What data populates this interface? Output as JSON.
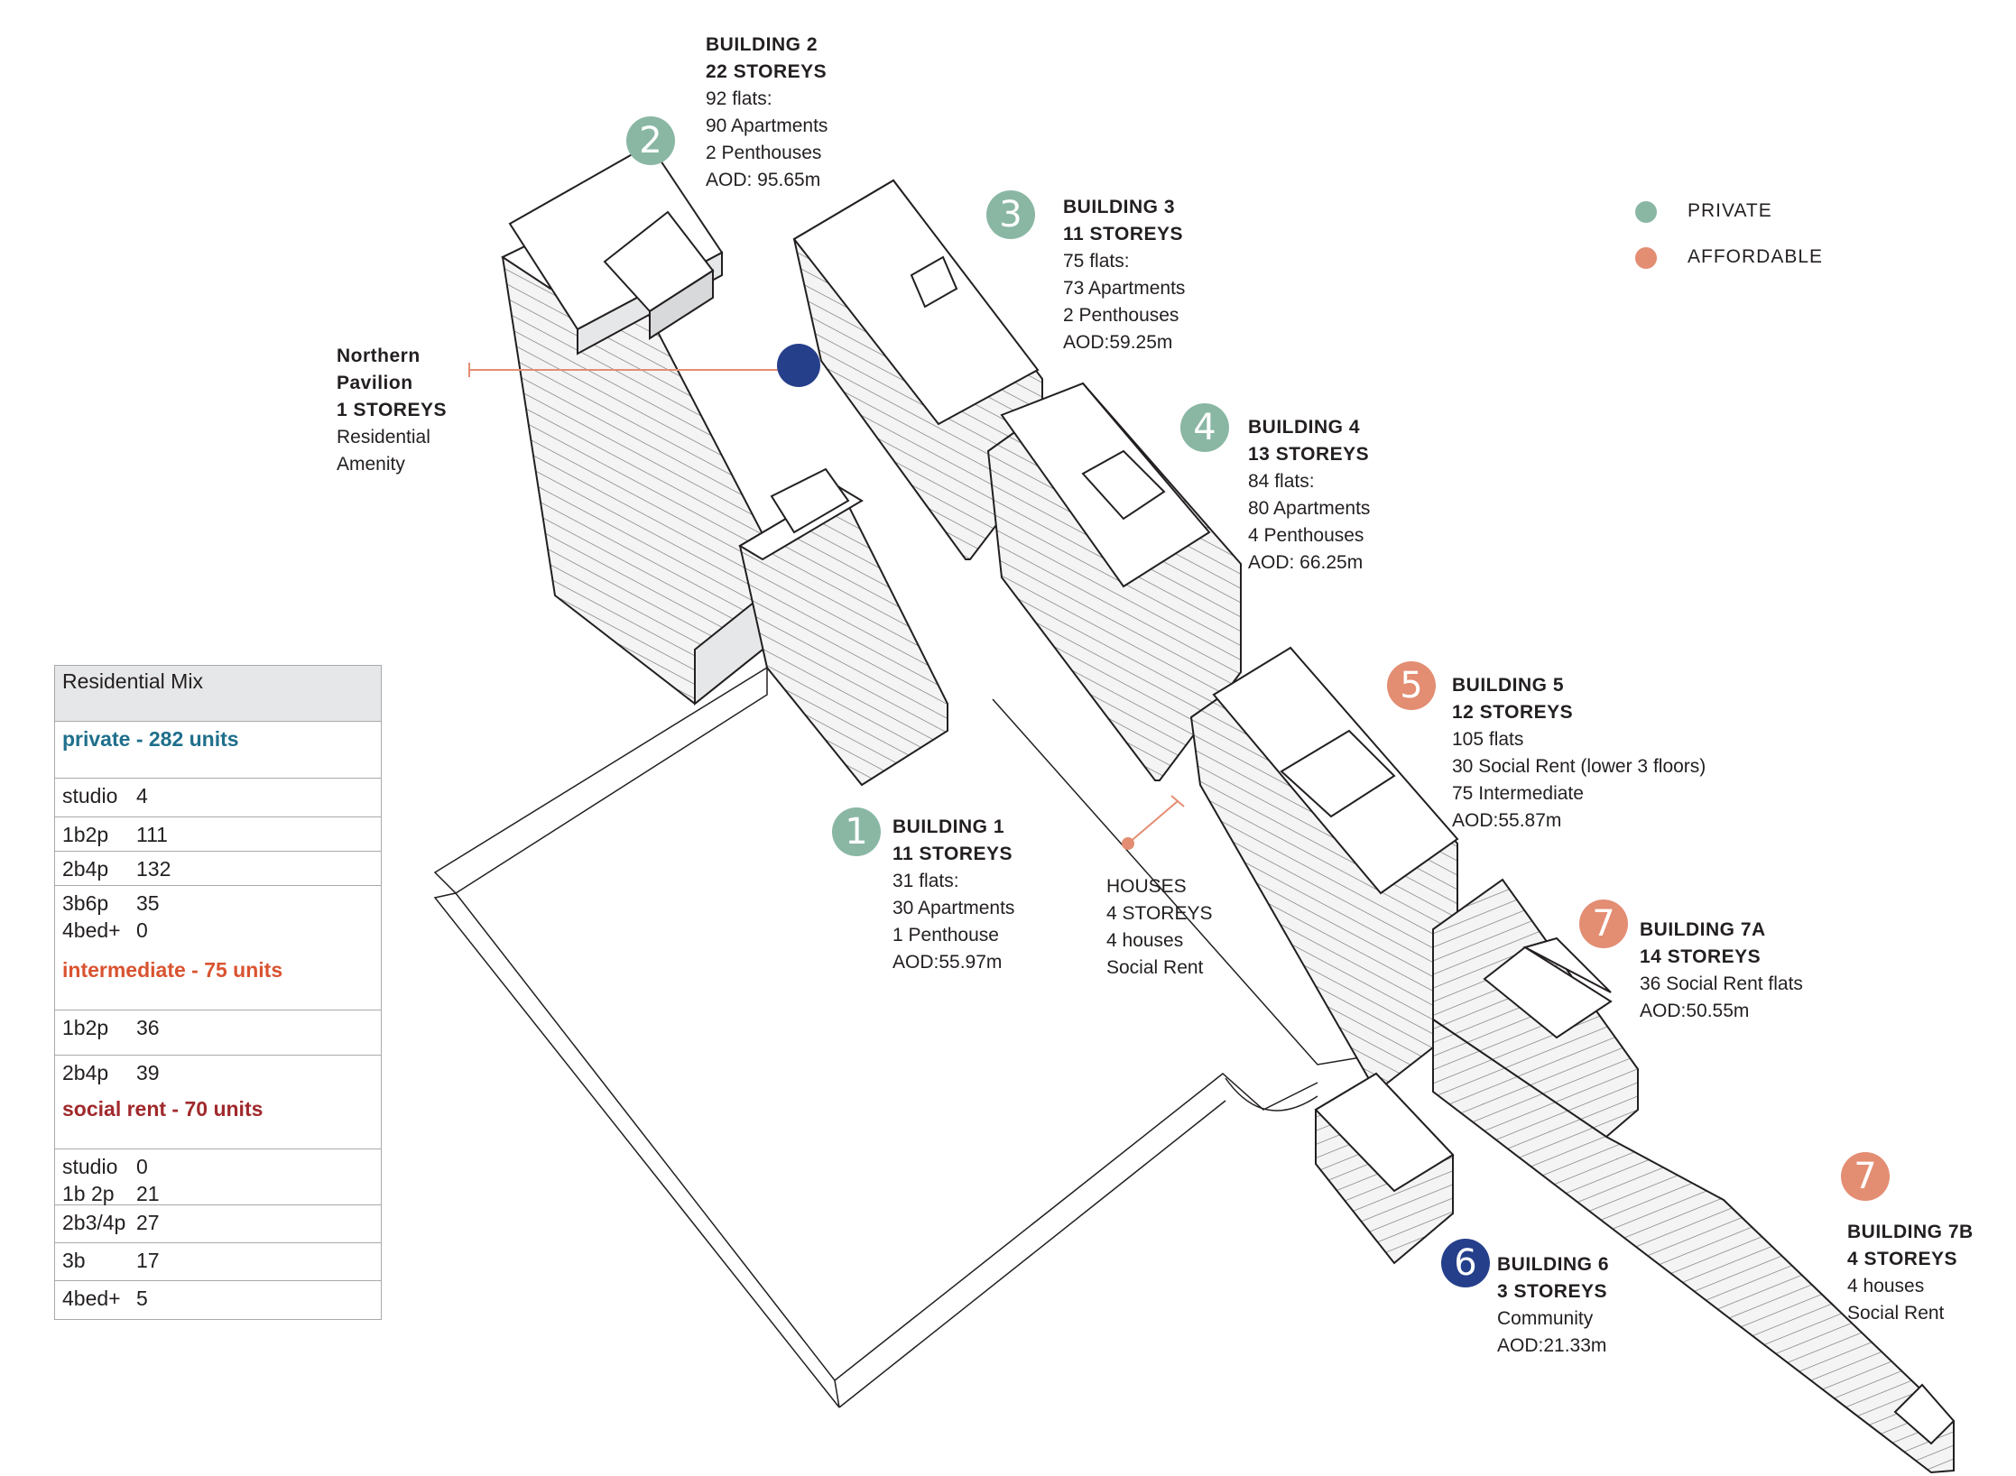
{
  "colors": {
    "private": "#8ab7a4",
    "affordable": "#e38d72",
    "community": "#253f8b",
    "private_text": "#1f6f8b",
    "intermediate_text": "#d9532f",
    "social_text": "#a0292c"
  },
  "legend": [
    {
      "label": "PRIVATE",
      "color": "#8ab7a4"
    },
    {
      "label": "AFFORDABLE",
      "color": "#e38d72"
    }
  ],
  "buildings": {
    "b1": {
      "badge": "1",
      "title": "BUILDING 1",
      "storeys": "11 STOREYS",
      "lines": [
        "31 flats:",
        "30 Apartments",
        "1 Penthouse",
        "AOD:55.97m"
      ]
    },
    "b2": {
      "badge": "2",
      "title": "BUILDING 2",
      "storeys": "22 STOREYS",
      "lines": [
        "92 flats:",
        "90 Apartments",
        "2 Penthouses",
        "AOD: 95.65m"
      ]
    },
    "b3": {
      "badge": "3",
      "title": "BUILDING 3",
      "storeys": "11 STOREYS",
      "lines": [
        "75 flats:",
        "73 Apartments",
        "2 Penthouses",
        "AOD:59.25m"
      ]
    },
    "b4": {
      "badge": "4",
      "title": "BUILDING 4",
      "storeys": "13 STOREYS",
      "lines": [
        "84 flats:",
        "80 Apartments",
        "4 Penthouses",
        "AOD: 66.25m"
      ]
    },
    "b5": {
      "badge": "5",
      "title": "BUILDING 5",
      "storeys": "12 STOREYS",
      "lines": [
        "105 flats",
        "30 Social Rent (lower 3 floors)",
        "75 Intermediate",
        "AOD:55.87m"
      ]
    },
    "b6": {
      "badge": "6",
      "title": "BUILDING 6",
      "storeys": "3 STOREYS",
      "lines": [
        "Community",
        "AOD:21.33m"
      ]
    },
    "b7a": {
      "badge": "7",
      "title": "BUILDING 7A",
      "storeys": "14 STOREYS",
      "lines": [
        "36 Social Rent flats",
        "AOD:50.55m"
      ]
    },
    "b7b": {
      "badge": "7",
      "title": "BUILDING 7B",
      "storeys": "4 STOREYS",
      "lines": [
        "4 houses",
        "Social Rent"
      ]
    }
  },
  "pavilion": {
    "l1": "Northern",
    "l2": "Pavilion",
    "l3": "1  STOREYS",
    "l4": "Residential",
    "l5": "Amenity"
  },
  "houses": {
    "l1": "HOUSES",
    "l2": "4 STOREYS",
    "l3": "4 houses",
    "l4": "Social Rent"
  },
  "residential_mix": {
    "title": "Residential Mix",
    "private": {
      "heading": "private - 282 units",
      "rows": [
        [
          [
            "studio",
            "4"
          ]
        ],
        [
          [
            "1b2p",
            "111"
          ]
        ],
        [
          [
            "2b4p",
            "132"
          ]
        ],
        [
          [
            "3b6p",
            "35"
          ],
          [
            "4bed+",
            "0"
          ]
        ]
      ]
    },
    "intermediate": {
      "heading": "intermediate - 75 units",
      "rows": [
        [
          [
            "1b2p",
            "36"
          ]
        ],
        [
          [
            "2b4p",
            "39"
          ]
        ]
      ]
    },
    "social": {
      "heading": "social rent - 70 units",
      "rows": [
        [
          [
            "studio",
            "0"
          ],
          [
            "1b 2p",
            "21"
          ]
        ],
        [
          [
            "2b3/4p",
            "27"
          ]
        ],
        [
          [
            "3b",
            "17"
          ]
        ],
        [
          [
            "4bed+",
            "5"
          ]
        ]
      ]
    }
  }
}
